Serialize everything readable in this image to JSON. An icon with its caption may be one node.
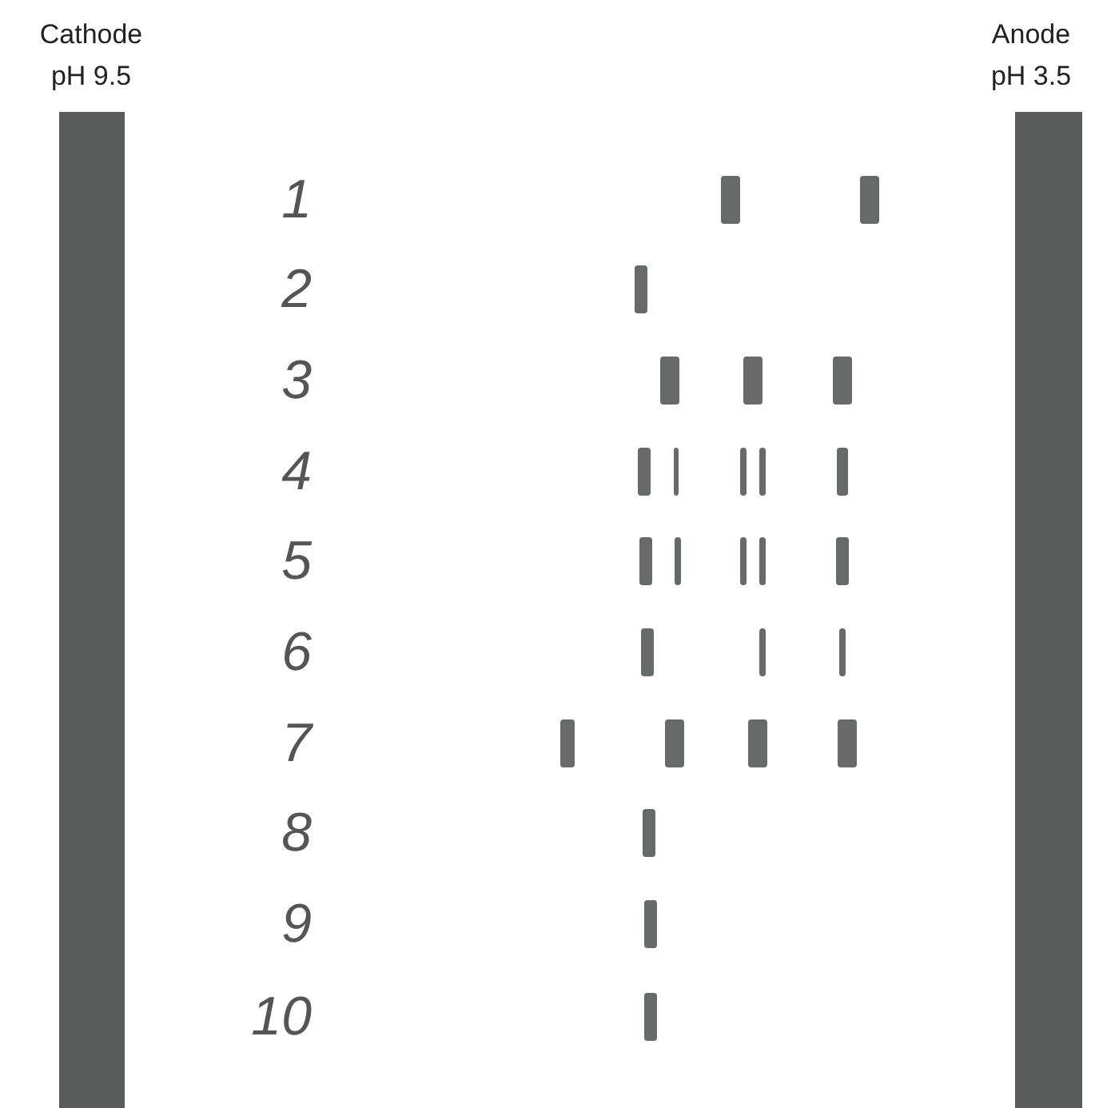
{
  "diagram": {
    "labels": [
      "Cathode",
      "Anode",
      "pH 9.5",
      "pH 3.5",
      "1",
      "2",
      "3",
      "4",
      "5",
      "6",
      "7",
      "8",
      "9",
      "10"
    ]
  }
}
